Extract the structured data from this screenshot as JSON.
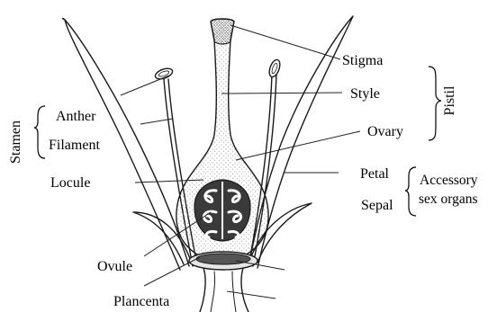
{
  "labels": {
    "stigma": "Stigma",
    "style": "Style",
    "ovary": "Ovary",
    "pistil": "Pistil",
    "anther": "Anther",
    "filament": "Filament",
    "stamen": "Stamen",
    "locule": "Locule",
    "petal": "Petal",
    "sepal": "Sepal",
    "accessory_line1": "Accessory",
    "accessory_line2": "sex organs",
    "ovule": "Ovule",
    "placenta": "Plancenta"
  },
  "colors": {
    "ink": "#1a1a1a",
    "stigma_fill": "#8a8a8a",
    "ovule_fill": "#3a3a3a",
    "ovary_stipple": "#6b6b6b",
    "background": "#ffffff"
  }
}
